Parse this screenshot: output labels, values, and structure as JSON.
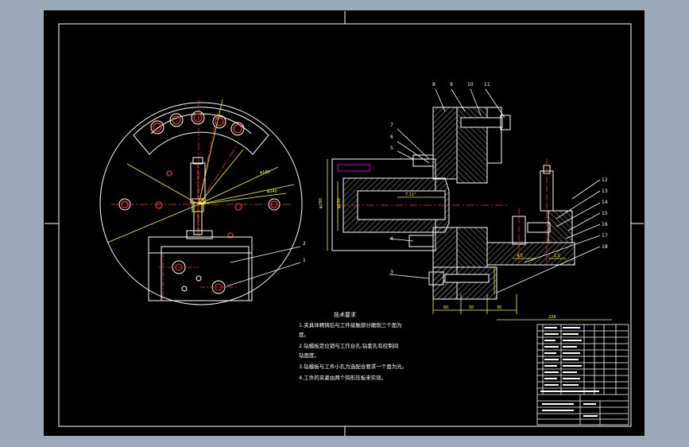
{
  "colors": {
    "window_bg": "#9ba9ba",
    "canvas_bg": "#000000",
    "line_white": "#ffffff",
    "dim_yellow": "#ffff00",
    "center_red": "#ff3030",
    "hatch_gray": "#c8c8c8",
    "magenta": "#ff00ff"
  },
  "part_balloons": {
    "top": [
      "8",
      "9",
      "10",
      "11"
    ],
    "left": [
      "7",
      "6",
      "5",
      "4",
      "3"
    ],
    "right": [
      "12",
      "13",
      "14",
      "15",
      "16",
      "17",
      "18"
    ],
    "front_view": [
      "2",
      "1"
    ]
  },
  "notes": {
    "heading": "技术要求",
    "items": [
      "1.夹具体精铸后与工件接触部分磨削三个面为",
      "度。",
      "2.钻模板定位销与工作台孔.钻套孔有控制间",
      "钻面度。",
      "3.钻模板与工件小孔为选配合要求一个面为光。",
      "4.工件的夹紧由两个钩形压板来实现。"
    ]
  },
  "icons": [
    "hatch-pattern",
    "center-line",
    "leader-line"
  ]
}
